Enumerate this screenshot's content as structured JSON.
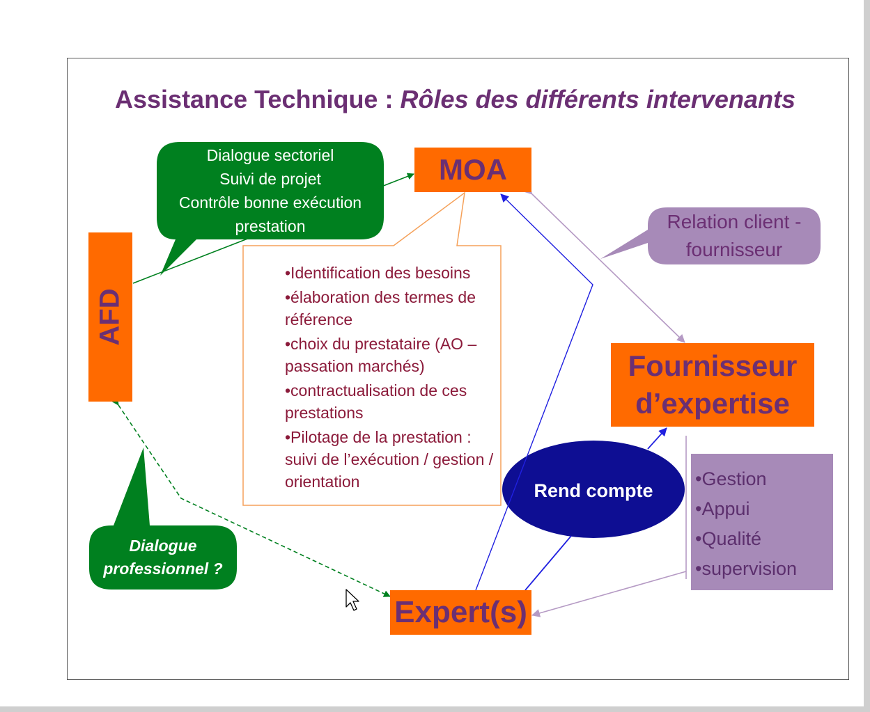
{
  "title": {
    "prefix": "Assistance Technique : ",
    "emphasis": "Rôles des différents intervenants"
  },
  "nodes": {
    "moa": "MOA",
    "afd": "AFD",
    "fournisseur_line1": "Fournisseur",
    "fournisseur_line2": "d’expertise",
    "experts": "Expert(s)",
    "rend_compte": "Rend compte"
  },
  "callouts": {
    "afd_moa": [
      "Dialogue sectoriel",
      "Suivi de projet",
      "Contrôle bonne exécution",
      "prestation"
    ],
    "dialogue_line1": "Dialogue",
    "dialogue_line2": "professionnel ?",
    "relation_line1": "Relation client -",
    "relation_line2": "fournisseur"
  },
  "moa_roles": [
    "•Identification des besoins",
    "•élaboration des termes de référence",
    "•choix du prestataire (AO – passation marchés)",
    "•contractualisation de ces prestations",
    "•Pilotage de la prestation : suivi de l’exécution / gestion / orientation"
  ],
  "fournisseur_tasks": [
    "•Gestion",
    "•Appui",
    "•Qualité",
    "•supervision"
  ],
  "colors": {
    "orange": "#ff6a00",
    "purple_text": "#6b2f73",
    "green": "#00801f",
    "lavender": "#a78ab8",
    "navy": "#0e0e93",
    "dark_red_text": "#8b1a3a",
    "blue_arrow": "#2020e0"
  }
}
